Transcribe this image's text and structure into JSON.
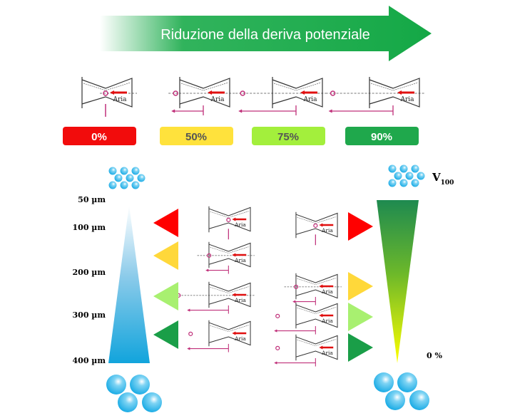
{
  "header": {
    "title": "Riduzione della deriva potenziale"
  },
  "nozzle_label": "Aria",
  "badges": [
    {
      "label": "0%",
      "color": "#f20c0c",
      "text_color": "#ffffff"
    },
    {
      "label": "50%",
      "color": "#ffe23c",
      "text_color": "#555555"
    },
    {
      "label": "75%",
      "color": "#a3ef3c",
      "text_color": "#555555"
    },
    {
      "label": "90%",
      "color": "#1fa84c",
      "text_color": "#ffffff"
    }
  ],
  "droplet_sizes": [
    "50 µm",
    "100 µm",
    "200 µm",
    "300 µm",
    "400 µm"
  ],
  "right_scale": {
    "top_label": "V",
    "top_sub": "100",
    "bottom_label": "0 %"
  },
  "colors": {
    "accent_green": "#1aab4a",
    "drop_blue": "#1ea8e0",
    "pink": "#c0307a",
    "arrow_red": "#e01010"
  }
}
